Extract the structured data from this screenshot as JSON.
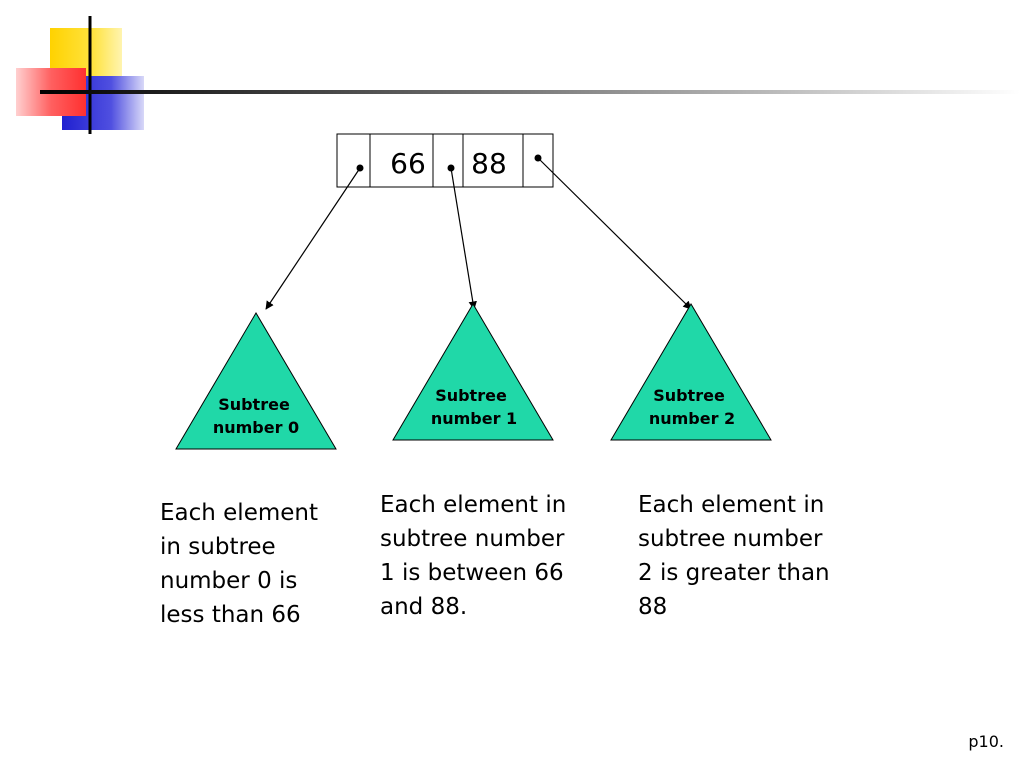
{
  "node": {
    "keys": [
      "66",
      "88"
    ]
  },
  "subtrees": [
    {
      "line1": "Subtree",
      "line2": "number 0",
      "description": "Each element\nin subtree\nnumber 0 is\nless than 66"
    },
    {
      "line1": "Subtree",
      "line2": "number 1",
      "description": "Each element in\nsubtree number\n1 is between 66\nand 88."
    },
    {
      "line1": "Subtree",
      "line2": "number 2",
      "description": "Each element in\nsubtree number\n2 is greater than\n88"
    }
  ],
  "page_number": "p10.",
  "colors": {
    "triangle_fill": "#20D8A8",
    "deco_yellow": "#FFD700",
    "deco_red": "#FF4444",
    "deco_blue": "#2A2AD8"
  }
}
